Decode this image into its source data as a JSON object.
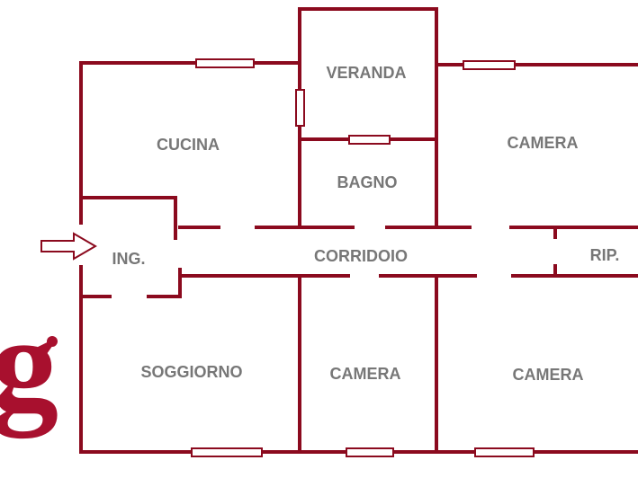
{
  "colors": {
    "wall": "#8b0a1e",
    "label": "#777777",
    "logo": "#a8102e"
  },
  "rooms": {
    "veranda": "VERANDA",
    "cucina": "CUCINA",
    "camera_top": "CAMERA",
    "bagno": "BAGNO",
    "ingresso": "ING.",
    "corridoio": "CORRIDOIO",
    "ripostiglio": "RIP.",
    "soggiorno": "SOGGIORNO",
    "camera_mid": "CAMERA",
    "camera_right": "CAMERA"
  },
  "logo": {
    "letter": "g"
  },
  "icons": {
    "entrance": "arrow-right-icon"
  }
}
